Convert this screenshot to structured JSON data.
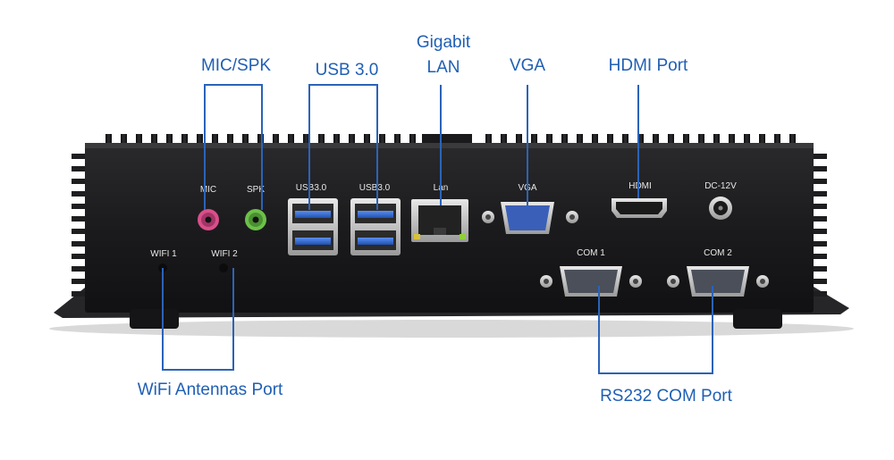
{
  "callouts": {
    "mic_spk": "MIC/SPK",
    "usb3": "USB 3.0",
    "gigabit_line1": "Gigabit",
    "gigabit_line2": "LAN",
    "vga": "VGA",
    "hdmi_port": "HDMI Port",
    "wifi_antennas": "WiFi Antennas Port",
    "rs232": "RS232 COM Port"
  },
  "panel_labels": {
    "mic": "MIC",
    "spk": "SPK",
    "usb_a": "USB3.0",
    "usb_b": "USB3.0",
    "lan": "Lan",
    "vga": "VGA",
    "hdmi": "HDMI",
    "dc": "DC-12V",
    "wifi1": "WIFI 1",
    "wifi2": "WIFI 2",
    "com1": "COM 1",
    "com2": "COM 2"
  },
  "colors": {
    "callout_text": "#1f5fb5",
    "leader_line": "#2b63b8",
    "chassis": "#1c1c1e",
    "mic_jack": "#d94f8a",
    "spk_jack": "#6cc04a",
    "usb_blue": "#2f6fd6",
    "vga_blue": "#3a5fb8"
  }
}
